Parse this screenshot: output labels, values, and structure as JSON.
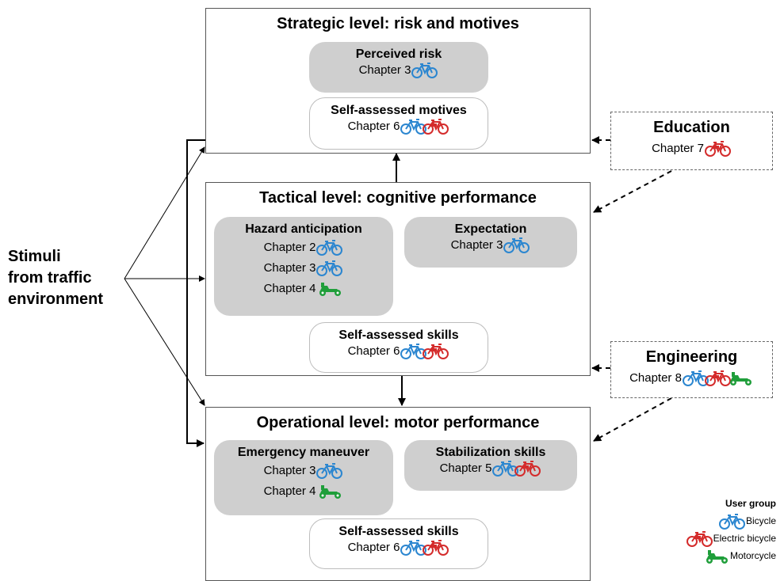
{
  "stimuli": {
    "line1": "Stimuli",
    "line2": "from traffic",
    "line3": "environment"
  },
  "levels": {
    "strategic": {
      "title": "Strategic level: risk and motives",
      "perceived_risk": {
        "title": "Perceived risk",
        "chapter": "Chapter 3",
        "icons": [
          "bicycle-icon"
        ]
      },
      "self_assessed_motives": {
        "title": "Self-assessed motives",
        "chapter": "Chapter 6",
        "icons": [
          "bicycle-icon",
          "electric-bicycle-icon"
        ]
      }
    },
    "tactical": {
      "title": "Tactical level: cognitive performance",
      "hazard_anticipation": {
        "title": "Hazard anticipation",
        "chapters": [
          {
            "label": "Chapter 2",
            "icons": [
              "bicycle-icon"
            ]
          },
          {
            "label": "Chapter 3",
            "icons": [
              "bicycle-icon"
            ]
          },
          {
            "label": "Chapter 4",
            "icons": [
              "motorcycle-icon"
            ]
          }
        ]
      },
      "expectation": {
        "title": "Expectation",
        "chapter": "Chapter 3",
        "icons": [
          "bicycle-icon"
        ]
      },
      "self_assessed_skills": {
        "title": "Self-assessed skills",
        "chapter": "Chapter 6",
        "icons": [
          "bicycle-icon",
          "electric-bicycle-icon"
        ]
      }
    },
    "operational": {
      "title": "Operational level: motor performance",
      "emergency_maneuver": {
        "title": "Emergency maneuver",
        "chapters": [
          {
            "label": "Chapter 3",
            "icons": [
              "bicycle-icon"
            ]
          },
          {
            "label": "Chapter 4",
            "icons": [
              "motorcycle-icon"
            ]
          }
        ]
      },
      "stabilization_skills": {
        "title": "Stabilization skills",
        "chapter": "Chapter 5",
        "icons": [
          "bicycle-icon",
          "electric-bicycle-icon"
        ]
      },
      "self_assessed_skills": {
        "title": "Self-assessed skills",
        "chapter": "Chapter 6",
        "icons": [
          "bicycle-icon",
          "electric-bicycle-icon"
        ]
      }
    }
  },
  "interventions": {
    "education": {
      "title": "Education",
      "chapter": "Chapter 7",
      "icons": [
        "electric-bicycle-icon"
      ]
    },
    "engineering": {
      "title": "Engineering",
      "chapter": "Chapter 8",
      "icons": [
        "bicycle-icon",
        "electric-bicycle-icon",
        "motorcycle-icon"
      ]
    }
  },
  "legend": {
    "title": "User group",
    "items": [
      {
        "label": "Bicycle",
        "icon": "bicycle-icon"
      },
      {
        "label": "Electric bicycle",
        "icon": "electric-bicycle-icon"
      },
      {
        "label": "Motorcycle",
        "icon": "motorcycle-icon"
      }
    ]
  },
  "colors": {
    "bicycle": "#2b86d0",
    "electric_bicycle": "#d42b2b",
    "motorcycle": "#1f9e3a",
    "pill_fill": "#cfcfcf"
  }
}
